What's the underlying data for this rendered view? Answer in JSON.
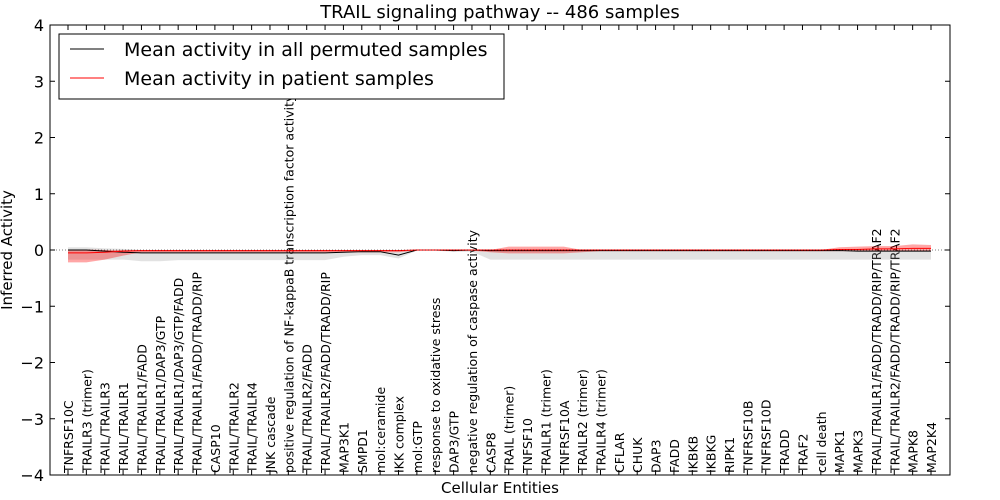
{
  "chart_data": {
    "type": "line",
    "title": "TRAIL signaling pathway -- 486 samples",
    "xlabel": "Cellular Entities",
    "ylabel": "Inferred Activity",
    "ylim": [
      -4,
      4
    ],
    "yticks": [
      "4",
      "3",
      "2",
      "1",
      "0",
      "−1",
      "−2",
      "−3",
      "−4"
    ],
    "ytick_values": [
      4,
      3,
      2,
      1,
      0,
      -1,
      -2,
      -3,
      -4
    ],
    "legend_position": "top-left",
    "grid": false,
    "categories": [
      "TNFRSF10C",
      "TRAILR3 (trimer)",
      "TRAIL/TRAILR3",
      "TRAIL/TRAILR1",
      "TRAIL/TRAILR1/FADD",
      "TRAIL/TRAILR1/DAP3/GTP",
      "TRAIL/TRAILR1/DAP3/GTP/FADD",
      "TRAIL/TRAILR1/FADD/TRADD/RIP",
      "CASP10",
      "TRAIL/TRAILR2",
      "TRAIL/TRAILR4",
      "JNK cascade",
      "positive regulation of NF-kappaB transcription factor activity",
      "TRAIL/TRAILR2/FADD",
      "TRAIL/TRAILR2/FADD/TRADD/RIP",
      "MAP3K1",
      "SMPD1",
      "mol:ceramide",
      "IKK complex",
      "mol:GTP",
      "response to oxidative stress",
      "DAP3/GTP",
      "negative regulation of caspase activity",
      "CASP8",
      "TRAIL (trimer)",
      "TNFSF10",
      "TRAILR1 (trimer)",
      "TNFRSF10A",
      "TRAILR2 (trimer)",
      "TRAILR4 (trimer)",
      "CFLAR",
      "CHUK",
      "DAP3",
      "FADD",
      "IKBKB",
      "IKBKG",
      "RIPK1",
      "TNFRSF10B",
      "TNFRSF10D",
      "TRADD",
      "TRAF2",
      "cell death",
      "MAPK1",
      "MAPK3",
      "TRAIL/TRAILR1/FADD/TRADD/RIP/TRAF2",
      "TRAIL/TRAILR2/FADD/TRADD/RIP/TRAF2",
      "MAPK8",
      "MAP2K4"
    ],
    "series": [
      {
        "name": "Mean activity in all permuted samples",
        "color": "#000000",
        "values": [
          0.0,
          0.0,
          -0.02,
          -0.04,
          -0.05,
          -0.05,
          -0.05,
          -0.05,
          -0.05,
          -0.05,
          -0.05,
          -0.05,
          -0.05,
          -0.05,
          -0.05,
          -0.04,
          -0.03,
          -0.03,
          -0.09,
          0.0,
          0.0,
          -0.01,
          0.0,
          -0.01,
          -0.01,
          -0.01,
          -0.01,
          -0.01,
          -0.01,
          -0.01,
          -0.01,
          -0.01,
          -0.01,
          -0.01,
          -0.01,
          -0.01,
          -0.01,
          -0.01,
          -0.01,
          -0.01,
          -0.01,
          -0.01,
          -0.01,
          -0.02,
          -0.02,
          -0.02,
          -0.02,
          -0.02
        ],
        "band_upper": [
          0.05,
          0.05,
          0.03,
          0.02,
          0.0,
          0.0,
          0.0,
          0.0,
          0.0,
          0.0,
          0.0,
          0.0,
          0.0,
          0.0,
          0.0,
          0.0,
          0.0,
          0.0,
          0.0,
          0.0,
          0.0,
          0.0,
          0.0,
          0.0,
          0.0,
          0.0,
          0.0,
          0.0,
          0.0,
          0.0,
          0.0,
          0.0,
          0.0,
          0.0,
          0.0,
          0.0,
          0.0,
          0.0,
          0.0,
          0.0,
          0.0,
          0.0,
          0.0,
          0.0,
          0.0,
          0.0,
          0.0,
          0.0
        ],
        "band_lower": [
          -0.17,
          -0.17,
          -0.17,
          -0.17,
          -0.2,
          -0.2,
          -0.18,
          -0.18,
          -0.18,
          -0.18,
          -0.18,
          -0.18,
          -0.18,
          -0.18,
          -0.18,
          -0.12,
          -0.09,
          -0.09,
          -0.15,
          -0.01,
          -0.01,
          -0.03,
          -0.03,
          -0.17,
          -0.17,
          -0.17,
          -0.17,
          -0.17,
          -0.17,
          -0.17,
          -0.17,
          -0.17,
          -0.17,
          -0.17,
          -0.17,
          -0.17,
          -0.17,
          -0.17,
          -0.17,
          -0.17,
          -0.17,
          -0.17,
          -0.17,
          -0.17,
          -0.17,
          -0.17,
          -0.17,
          -0.17
        ]
      },
      {
        "name": "Mean activity in patient samples",
        "color": "#ff0000",
        "values": [
          -0.05,
          -0.05,
          -0.04,
          -0.02,
          -0.01,
          -0.01,
          -0.01,
          -0.01,
          -0.01,
          -0.01,
          -0.01,
          -0.01,
          -0.01,
          -0.01,
          -0.01,
          -0.01,
          -0.01,
          -0.01,
          -0.01,
          0.0,
          0.0,
          0.0,
          0.0,
          0.0,
          0.0,
          0.0,
          0.0,
          0.0,
          0.0,
          0.0,
          0.0,
          0.0,
          0.0,
          0.0,
          0.0,
          0.0,
          0.0,
          0.0,
          0.0,
          0.0,
          0.0,
          0.0,
          0.01,
          0.01,
          0.02,
          0.02,
          0.03,
          0.03
        ],
        "band_upper": [
          0.01,
          0.01,
          0.0,
          0.0,
          0.0,
          0.0,
          0.0,
          0.0,
          0.0,
          0.0,
          0.0,
          0.0,
          0.0,
          0.0,
          0.0,
          0.0,
          0.0,
          0.0,
          0.0,
          0.0,
          0.0,
          0.0,
          0.0,
          0.0,
          0.06,
          0.06,
          0.06,
          0.06,
          0.0,
          0.0,
          0.0,
          0.0,
          0.0,
          0.0,
          0.0,
          0.0,
          0.0,
          0.0,
          0.0,
          0.0,
          0.0,
          0.0,
          0.05,
          0.06,
          0.07,
          0.07,
          0.1,
          0.09
        ],
        "band_lower": [
          -0.22,
          -0.22,
          -0.17,
          -0.1,
          -0.04,
          -0.04,
          -0.04,
          -0.04,
          -0.04,
          -0.04,
          -0.04,
          -0.04,
          -0.04,
          -0.04,
          -0.04,
          -0.04,
          -0.04,
          -0.04,
          -0.04,
          -0.01,
          -0.01,
          -0.01,
          -0.01,
          -0.04,
          -0.06,
          -0.06,
          -0.06,
          -0.06,
          -0.04,
          -0.02,
          -0.02,
          -0.02,
          -0.02,
          -0.02,
          -0.02,
          -0.02,
          -0.02,
          -0.02,
          -0.02,
          -0.02,
          -0.02,
          -0.02,
          -0.02,
          -0.02,
          -0.02,
          -0.02,
          -0.02,
          -0.02
        ]
      }
    ]
  }
}
